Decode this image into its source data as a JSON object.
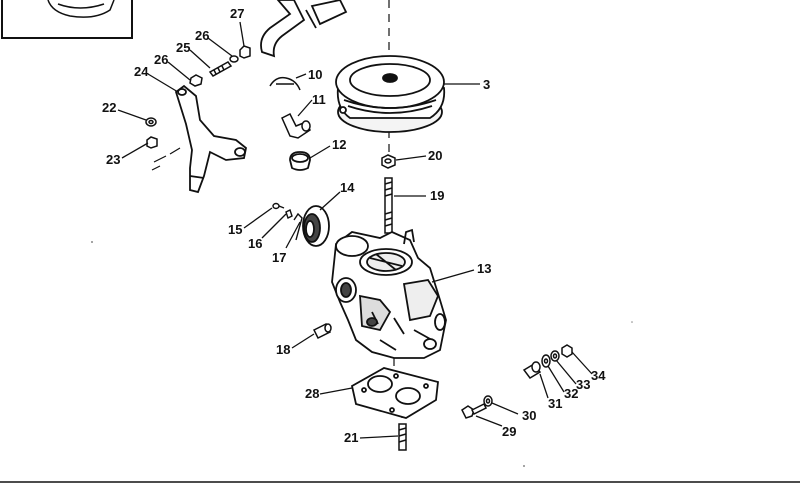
{
  "callouts": [
    {
      "id": "c3",
      "label": "3"
    },
    {
      "id": "c10",
      "label": "10"
    },
    {
      "id": "c11",
      "label": "11"
    },
    {
      "id": "c12",
      "label": "12"
    },
    {
      "id": "c13",
      "label": "13"
    },
    {
      "id": "c14",
      "label": "14"
    },
    {
      "id": "c15",
      "label": "15"
    },
    {
      "id": "c16",
      "label": "16"
    },
    {
      "id": "c17",
      "label": "17"
    },
    {
      "id": "c18",
      "label": "18"
    },
    {
      "id": "c19",
      "label": "19"
    },
    {
      "id": "c20",
      "label": "20"
    },
    {
      "id": "c21",
      "label": "21"
    },
    {
      "id": "c22",
      "label": "22"
    },
    {
      "id": "c23",
      "label": "23"
    },
    {
      "id": "c24",
      "label": "24"
    },
    {
      "id": "c25",
      "label": "25"
    },
    {
      "id": "c26a",
      "label": "26"
    },
    {
      "id": "c26b",
      "label": "26"
    },
    {
      "id": "c27",
      "label": "27"
    },
    {
      "id": "c28",
      "label": "28"
    },
    {
      "id": "c29",
      "label": "29"
    },
    {
      "id": "c30",
      "label": "30"
    },
    {
      "id": "c31",
      "label": "31"
    },
    {
      "id": "c32",
      "label": "32"
    },
    {
      "id": "c33",
      "label": "33"
    },
    {
      "id": "c34",
      "label": "34"
    }
  ],
  "colors": {
    "ink": "#111111",
    "paper": "#ffffff",
    "shade": "#444444"
  }
}
